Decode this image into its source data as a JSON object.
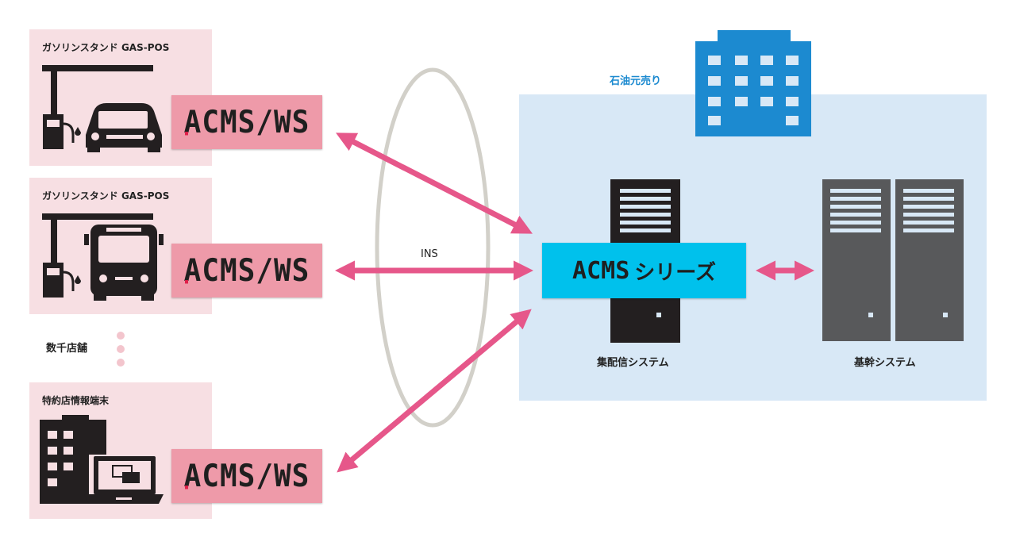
{
  "stores": [
    {
      "label": "ガソリンスタンド GAS-POS",
      "badge": "ACMS/WS",
      "icon": "gas-station-car-icon"
    },
    {
      "label": "ガソリンスタンド GAS-POS",
      "badge": "ACMS/WS",
      "icon": "gas-station-truck-icon"
    },
    {
      "label": "特約店情報端末",
      "badge": "ACMS/WS",
      "icon": "office-laptop-icon"
    }
  ],
  "store_count_label": "数千店舗",
  "network_label": "INS",
  "oil_company": {
    "label": "石油元売り",
    "series_badge": {
      "main": "ACMS",
      "suffix": "シリーズ"
    },
    "delivery_system_label": "集配信システム",
    "core_system_label": "基幹システム"
  },
  "colors": {
    "store_panel": "#f7dfe3",
    "acms_badge": "#ee9aa9",
    "arrow": "#e6578a",
    "oil_area": "#d8e8f6",
    "series_badge": "#00c1ec",
    "building": "#1c8ad0",
    "server": "#231f20",
    "core_server": "#58595b"
  }
}
